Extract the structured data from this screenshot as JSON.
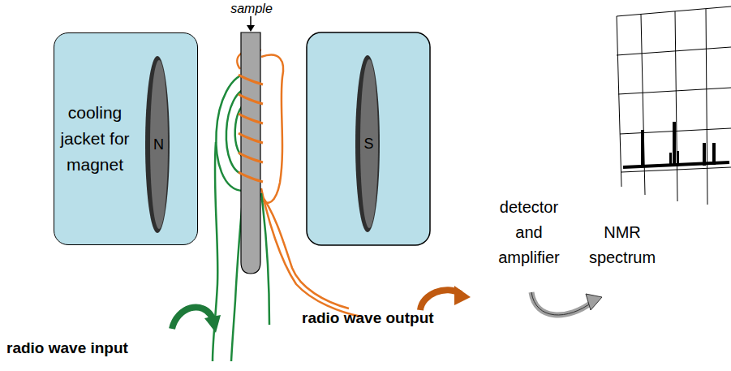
{
  "diagram": {
    "nodes": [
      {
        "text": [
          "cooling jacket for magnet"
        ]
      },
      {
        "text": [
          "N"
        ],
        "in": 0
      },
      {
        "text": [
          "S"
        ]
      }
    ],
    "labels": [
      "sample",
      "radio wave input",
      "radio wave output",
      "detector and amplifier",
      "NMR spectrum"
    ]
  }
}
